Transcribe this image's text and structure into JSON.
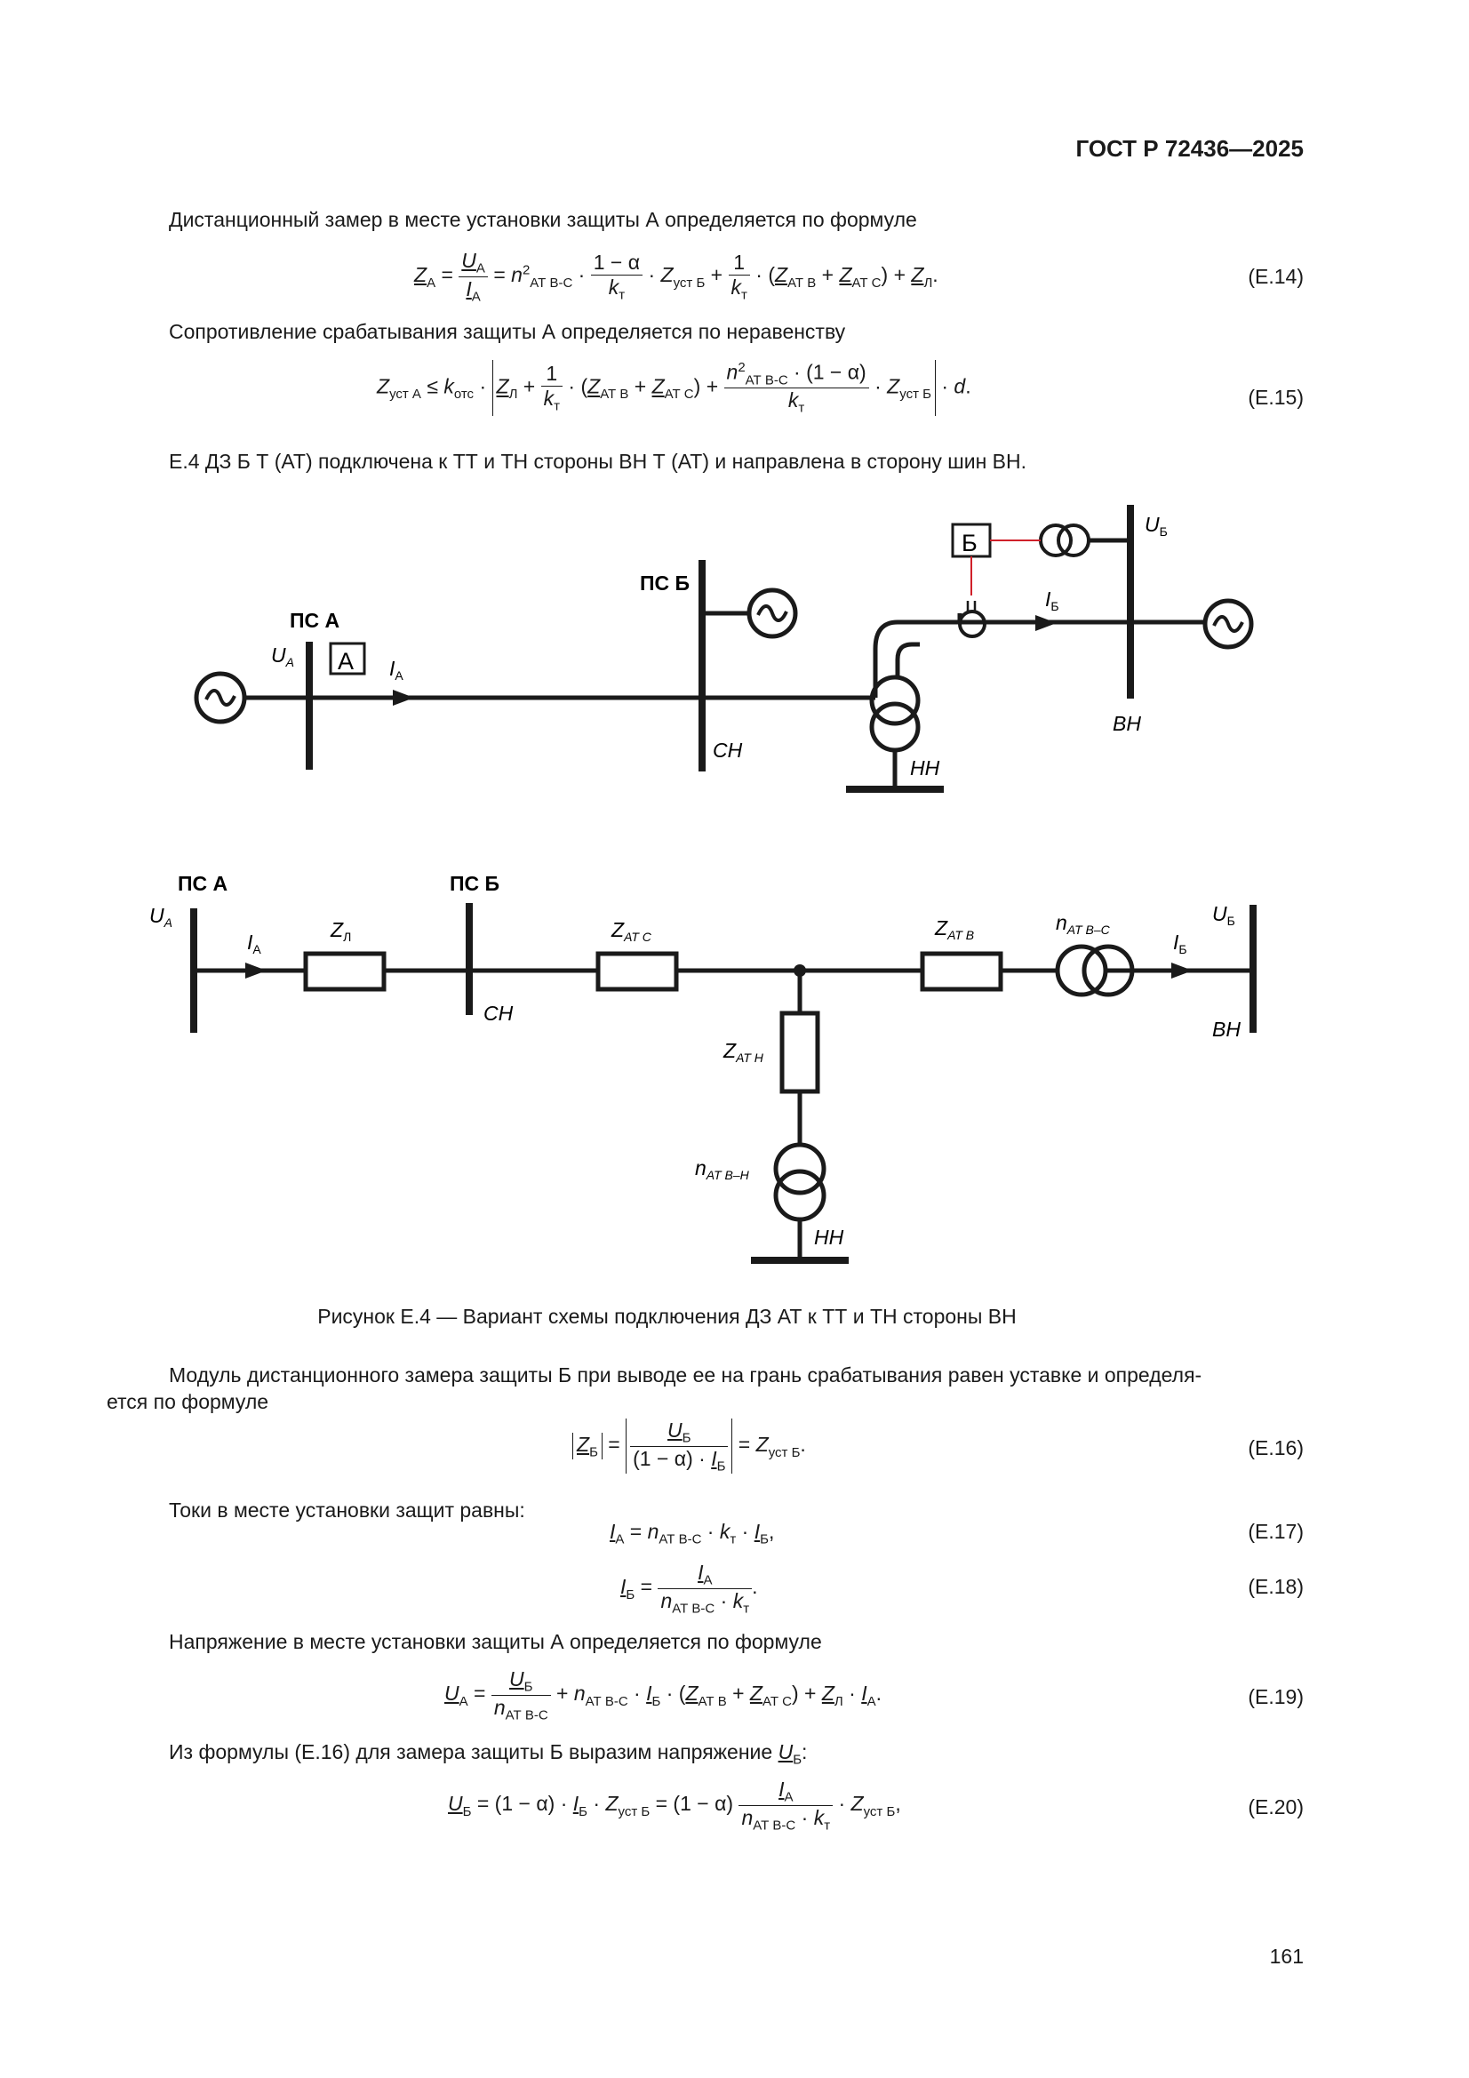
{
  "header": {
    "standard": "ГОСТ Р 72436—2025"
  },
  "paragraphs": {
    "p1": "Дистанционный замер в месте установки защиты А определяется по формуле",
    "p2": "Сопротивление срабатывания защиты А определяется по неравенству",
    "p3": "Е.4 ДЗ Б Т (АТ) подключена к ТТ и ТН стороны ВН Т (АТ) и направлена в сторону шин ВН.",
    "p4_line1": "Модуль дистанционного замера защиты Б при выводе ее на грань срабатывания равен уставке и определя-",
    "p4_line2": "ется по формуле",
    "p5": "Токи в месте установки защит равны:",
    "p6": "Напряжение в месте установки защиты А определяется по формуле",
    "p7": "Из формулы (Е.16) для замера защиты Б выразим напряжение "
  },
  "equation_numbers": {
    "e14": "(Е.14)",
    "e15": "(Е.15)",
    "e16": "(Е.16)",
    "e17": "(Е.17)",
    "e18": "(Е.18)",
    "e19": "(Е.19)",
    "e20": "(Е.20)"
  },
  "figure": {
    "caption": "Рисунок Е.4 — Вариант схемы подключения ДЗ АТ к ТТ и ТН стороны ВН",
    "top": {
      "ps_a": "ПС А",
      "ps_b": "ПС Б",
      "relay_a": "А",
      "relay_b": "Б",
      "u_a": "U",
      "u_a_sub": "А",
      "i_a": "I",
      "i_a_sub": "А",
      "i_b": "I",
      "i_b_sub": "Б",
      "u_b": "U",
      "u_b_sub": "Б",
      "sn": "СН",
      "nn": "НН",
      "vn": "ВН"
    },
    "bottom": {
      "ps_a": "ПС А",
      "ps_b": "ПС Б",
      "u_a": "U",
      "u_a_sub": "А",
      "i_a": "I",
      "i_a_sub": "А",
      "z_l": "Z",
      "z_l_sub": "Л",
      "z_atc": "Z",
      "z_atc_sub": "AT C",
      "z_atb": "Z",
      "z_atb_sub": "AT B",
      "n_atbc": "n",
      "n_atbc_sub": "AT B–C",
      "z_ath": "Z",
      "z_ath_sub": "AT H",
      "n_atbh": "n",
      "n_atbh_sub": "AT B–H",
      "u_b": "U",
      "u_b_sub": "Б",
      "i_b": "I",
      "i_b_sub": "Б",
      "sn": "СН",
      "nn": "НН",
      "vn": "ВН"
    }
  },
  "page_number": "161"
}
